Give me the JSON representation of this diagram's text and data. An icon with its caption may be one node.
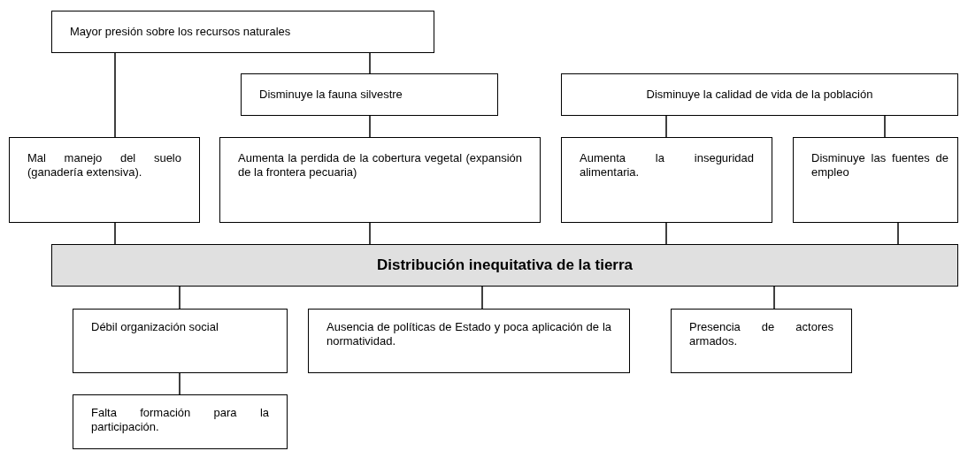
{
  "diagram": {
    "nodes": [
      {
        "text": [
          "Mayor presión sobre los recursos naturales"
        ]
      },
      {
        "text": [
          "Disminuye la fauna silvestre"
        ]
      },
      {
        "text": [
          "Disminuye la calidad de vida de la población"
        ]
      },
      {
        "text": [
          "Mal manejo del suelo (ganadería extensiva)."
        ]
      },
      {
        "text": [
          "Aumenta la perdida de la cobertura vegetal (expansión de la frontera pecuaria)"
        ]
      },
      {
        "text": [
          "Aumenta la inseguridad alimentaria."
        ]
      },
      {
        "text": [
          "Disminuye las fuentes de empleo"
        ]
      },
      {
        "text": [
          "Distribución inequitativa de la tierra"
        ]
      },
      {
        "text": [
          "Débil organización social"
        ]
      },
      {
        "text": [
          "Ausencia de políticas de Estado y poca aplicación de la normatividad."
        ]
      },
      {
        "text": [
          "Presencia de actores armados."
        ]
      },
      {
        "text": [
          "Falta formación para la participación."
        ]
      }
    ],
    "edges": [
      {
        "from": 0,
        "to": 3,
        "arrow": "none"
      },
      {
        "from": 0,
        "to": 1,
        "arrow": "none"
      },
      {
        "from": 1,
        "to": 4,
        "arrow": "none"
      },
      {
        "from": 2,
        "to": 5,
        "arrow": "none"
      },
      {
        "from": 2,
        "to": 6,
        "arrow": "none"
      },
      {
        "from": 3,
        "to": 7,
        "arrow": "none"
      },
      {
        "from": 4,
        "to": 7,
        "arrow": "none"
      },
      {
        "from": 5,
        "to": 7,
        "arrow": "none"
      },
      {
        "from": 6,
        "to": 7,
        "arrow": "none"
      },
      {
        "from": 7,
        "to": 8,
        "arrow": "none"
      },
      {
        "from": 7,
        "to": 9,
        "arrow": "none"
      },
      {
        "from": 7,
        "to": 10,
        "arrow": "none"
      },
      {
        "from": 8,
        "to": 11,
        "arrow": "none"
      }
    ]
  }
}
